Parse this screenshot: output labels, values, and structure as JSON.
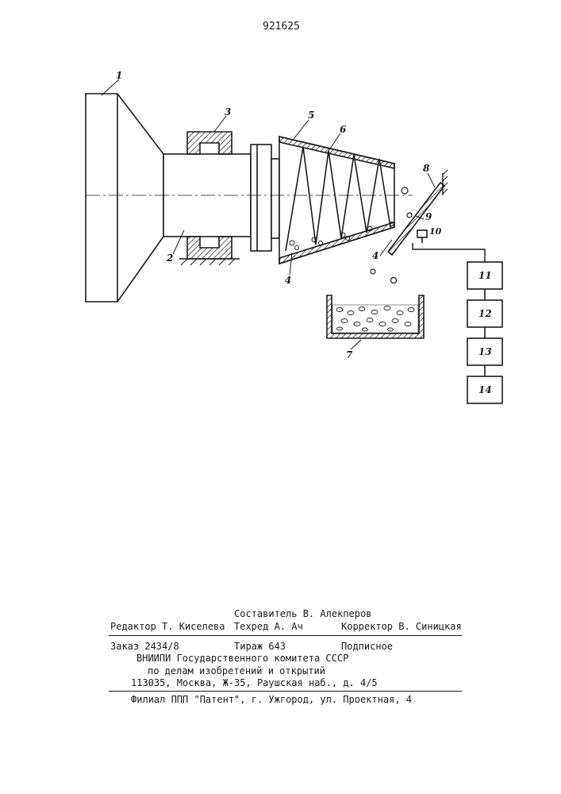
{
  "patent_number": "921625",
  "figure": {
    "labels": {
      "l1": "1",
      "l2": "2",
      "l3": "3",
      "l4a": "4",
      "l4b": "4",
      "l5": "5",
      "l6": "6",
      "l7": "7",
      "l8": "8",
      "l9": "9",
      "l10": "10"
    },
    "blocks": [
      "11",
      "12",
      "13",
      "14"
    ]
  },
  "colophon": {
    "compiler": "Составитель В. Алекперов",
    "editor": "Редактор Т. Киселева",
    "techred": "Техред А. Ач",
    "corrector": "Корректор В. Синицкая",
    "order": "Заказ 2434/8",
    "circulation": "Тираж 643",
    "subscription": "Подписное",
    "org_line1": "ВНИИПИ Государственного комитета СССР",
    "org_line2": "по делам изобретений и открытий",
    "address": "113035, Москва, Ж-35, Раушская наб., д. 4/5",
    "branch": "Филиал ППП \"Патент\", г. Ужгород, ул. Проектная, 4"
  }
}
